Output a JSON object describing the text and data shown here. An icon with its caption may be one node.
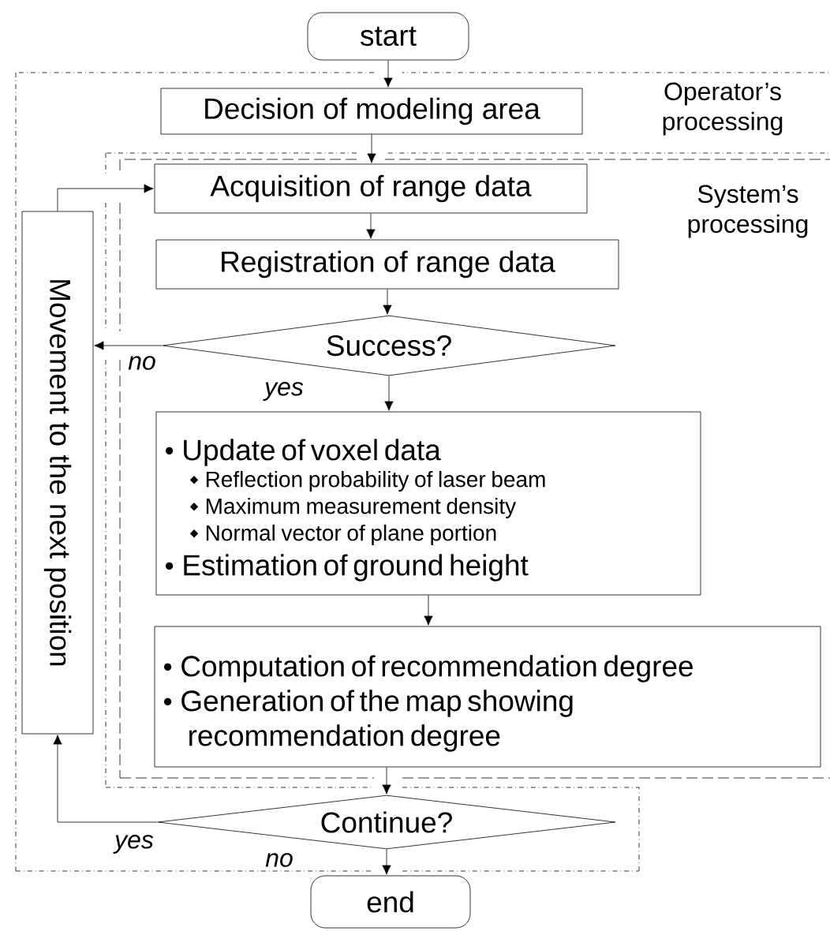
{
  "diagram": {
    "nodes": [
      {
        "text": [
          "start"
        ]
      },
      {
        "text": [
          "Operator’s processing"
        ]
      },
      {
        "text": [
          "Decision of modeling area"
        ],
        "in": 1
      },
      {
        "text": [
          "System’s processing"
        ],
        "in": 1
      },
      {
        "text": [
          "Acquisition of range data"
        ],
        "in": 3
      },
      {
        "text": [
          "Registration of range data"
        ],
        "in": 3
      },
      {
        "text": [
          "Success?"
        ],
        "in": 3
      },
      {
        "text": [
          "Movement to the next position"
        ],
        "in": 1
      },
      {
        "text": [
          "Update of voxel data",
          "Reflection probability of laser beam",
          "Maximum measurement density",
          "Normal vector of plane portion",
          "Estimation of ground height"
        ],
        "in": 3
      },
      {
        "text": [
          "Computation of recommendation degree",
          "Generation of the map showing recommendation degree"
        ],
        "in": 3
      },
      {
        "text": [
          "Continue?"
        ],
        "in": 1
      },
      {
        "text": [
          "end"
        ]
      }
    ],
    "edges": [
      {
        "from": 0,
        "to": 2,
        "arrow": "to"
      },
      {
        "from": 2,
        "to": 4,
        "arrow": "to"
      },
      {
        "from": 4,
        "to": 5,
        "arrow": "to"
      },
      {
        "from": 5,
        "to": 6,
        "arrow": "to"
      },
      {
        "from": 6,
        "to": 7,
        "arrow": "to",
        "label": "no"
      },
      {
        "from": 6,
        "to": 8,
        "arrow": "to",
        "label": "yes"
      },
      {
        "from": 8,
        "to": 9,
        "arrow": "to"
      },
      {
        "from": 9,
        "to": 10,
        "arrow": "to"
      },
      {
        "from": 10,
        "to": 7,
        "arrow": "to",
        "label": "yes"
      },
      {
        "from": 10,
        "to": 11,
        "arrow": "to",
        "label": "no"
      },
      {
        "from": 7,
        "to": 4,
        "arrow": "to"
      }
    ]
  }
}
